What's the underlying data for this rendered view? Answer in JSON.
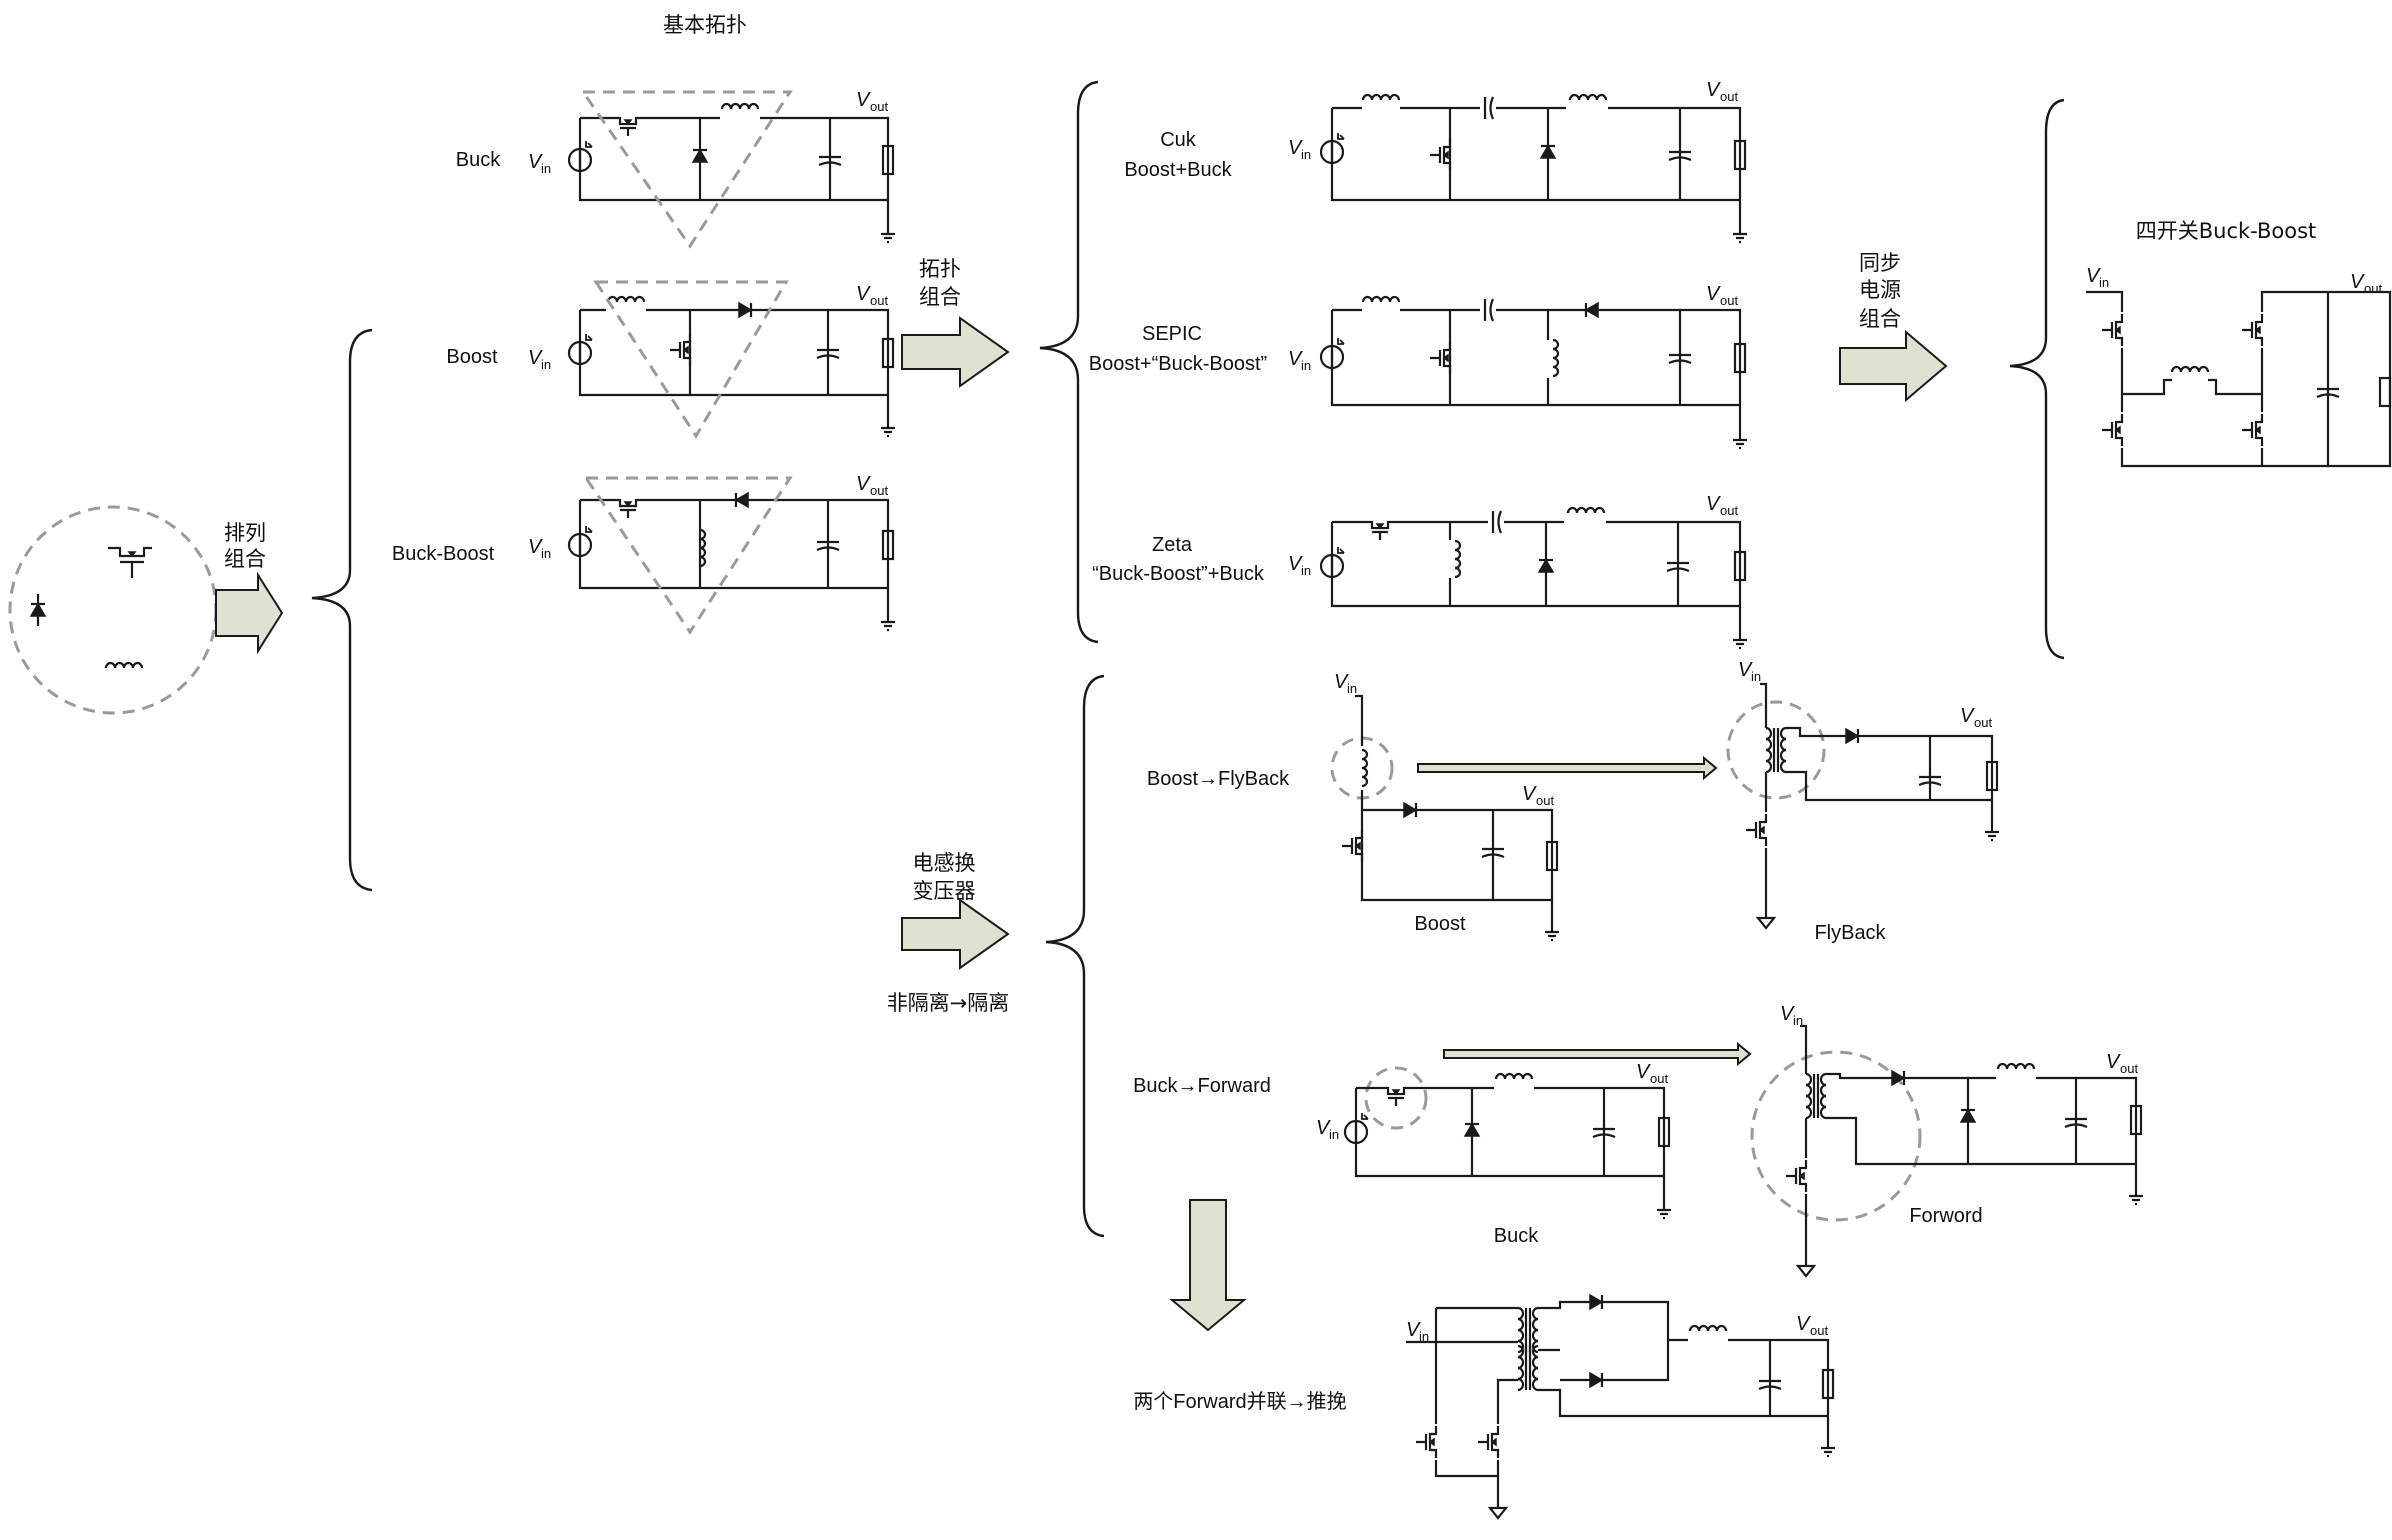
{
  "title": "基本拓扑",
  "vin": "V",
  "vin_sub": "in",
  "vout": "V",
  "vout_sub": "out",
  "steps": {
    "arrange": [
      "排列",
      "组合"
    ],
    "topology_combine": [
      "拓扑",
      "组合"
    ],
    "sync_power": [
      "同步",
      "电源",
      "组合"
    ],
    "inductor_to_transformer": [
      "电感换",
      "变压器"
    ],
    "isolation_note": "非隔离→隔离"
  },
  "basic_topologies": [
    "Buck",
    "Boost",
    "Buck-Boost"
  ],
  "combined_topologies": [
    {
      "name": "Cuk",
      "formula": "Boost+Buck"
    },
    {
      "name": "SEPIC",
      "formula": "Boost+“Buck-Boost”"
    },
    {
      "name": "Zeta",
      "formula": "“Buck-Boost”+Buck"
    }
  ],
  "four_switch_title": "四开关Buck-Boost",
  "isolated": {
    "boost_to_flyback": "Boost→FlyBack",
    "boost_label": "Boost",
    "flyback_label": "FlyBack",
    "buck_to_forward": "Buck→Forward",
    "buck_label": "Buck",
    "forward_label": "Forword",
    "push_pull": "两个Forward并联→推挽"
  }
}
